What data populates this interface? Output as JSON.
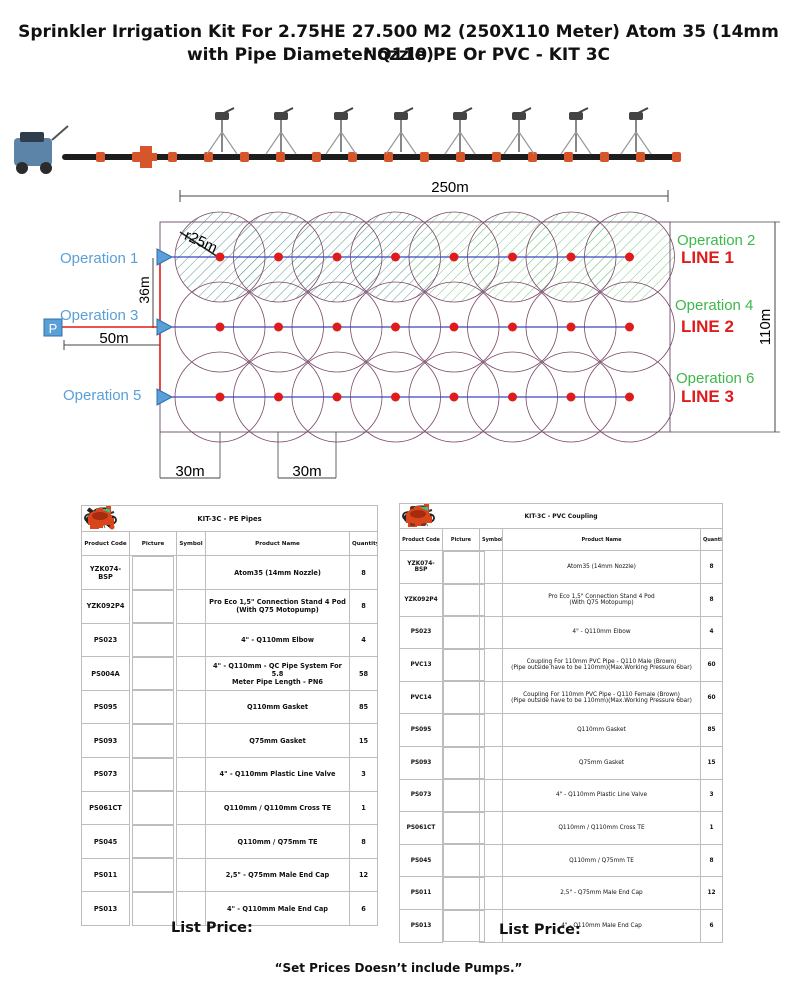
{
  "title_line1": "Sprinkler Irrigation Kit For 2.75HE 27.500 M2 (250X110 Meter) Atom 35 (14mm Nozzle)",
  "title_line2": "with Pipe Diameter Q110 PE Or PVC - KIT 3C",
  "diagram": {
    "width_label": "250m",
    "height_label": "110m",
    "radius_label": "r25m",
    "lateral_label": "36m",
    "main_label": "50m",
    "spacing1_label": "30m",
    "spacing2_label": "30m",
    "pump_label": "P",
    "operations": [
      "Operation 1",
      "Operation 2",
      "Operation 3",
      "Operation 4",
      "Operation 5",
      "Operation 6"
    ],
    "lines": [
      "LINE 1",
      "LINE 2",
      "LINE 3"
    ],
    "sprinklers_per_line": 8,
    "colors": {
      "operation": "#5aa0d8",
      "operation_right": "#3db84a",
      "line": "#e01b1b",
      "dot": "#e01b1b",
      "lateral": "#3b48c4",
      "main": "#e01b1b",
      "circle": "#7a4a6a",
      "hatch_left": "#5a9a95",
      "hatch_right": "#7acb8a"
    }
  },
  "table_pe": {
    "caption": "KIT-3C - PE Pipes",
    "headers": [
      "Product Code",
      "Picture",
      "Symbol",
      "Product Name",
      "Quantity"
    ],
    "rows": [
      {
        "code": "YZK074-BSP",
        "icon": "sprinkler-gun-icon",
        "name": "Atom35 (14mm Nozzle)",
        "qty": "8"
      },
      {
        "code": "YZK092P4",
        "icon": "tripod-stand-icon",
        "name": "Pro Eco 1,5\" Connection Stand 4 Pod\n(With Q75 Motopump)",
        "qty": "8"
      },
      {
        "code": "PS023",
        "icon": "elbow-icon",
        "name": "4\" - Q110mm Elbow",
        "qty": "4"
      },
      {
        "code": "PS004A",
        "icon": "pipe-icon",
        "name": "4\" - Q110mm - QC Pipe System For 5.8\nMeter Pipe Length - PN6",
        "qty": "58"
      },
      {
        "code": "PS095",
        "icon": "gasket-icon",
        "name": "Q110mm Gasket",
        "qty": "85"
      },
      {
        "code": "PS093",
        "icon": "gasket-icon",
        "name": "Q75mm Gasket",
        "qty": "15"
      },
      {
        "code": "PS073",
        "icon": "line-valve-icon",
        "name": "4\" - Q110mm Plastic Line Valve",
        "qty": "3"
      },
      {
        "code": "PS061CT",
        "icon": "cross-tee-icon",
        "name": "Q110mm / Q110mm Cross TE",
        "qty": "1"
      },
      {
        "code": "PS045",
        "icon": "tee-icon",
        "name": "Q110mm / Q75mm TE",
        "qty": "8"
      },
      {
        "code": "PS011",
        "icon": "end-cap-icon",
        "name": "2,5\" - Q75mm Male End Cap",
        "qty": "12"
      },
      {
        "code": "PS013",
        "icon": "end-cap-icon",
        "name": "4\" - Q110mm Male End Cap",
        "qty": "6"
      }
    ]
  },
  "table_pvc": {
    "caption": "KIT-3C - PVC Coupling",
    "headers": [
      "Product Code",
      "Picture",
      "Symbol",
      "Product Name",
      "Quantity"
    ],
    "rows": [
      {
        "code": "YZK074-BSP",
        "icon": "sprinkler-gun-icon",
        "name": "Atom35 (14mm Nozzle)",
        "qty": "8"
      },
      {
        "code": "YZK092P4",
        "icon": "tripod-stand-icon",
        "name": "Pro Eco 1,5\" Connection Stand 4 Pod\n(With Q75 Motopump)",
        "qty": "8"
      },
      {
        "code": "PS023",
        "icon": "elbow-icon",
        "name": "4\" - Q110mm Elbow",
        "qty": "4"
      },
      {
        "code": "PVC13",
        "icon": "male-coupling-icon",
        "name": "Coupling For 110mm PVC Pipe - Q110 Male (Brown)\n(Pipe outside have to be 110mm)(Max.Working Pressure 6bar)",
        "qty": "60"
      },
      {
        "code": "PVC14",
        "icon": "female-coupling-icon",
        "name": "Coupling For 110mm PVC Pipe - Q110 Female (Brown)\n(Pipe outside have to be 110mm)(Max.Working Pressure 6bar)",
        "qty": "60"
      },
      {
        "code": "PS095",
        "icon": "gasket-icon",
        "name": "Q110mm Gasket",
        "qty": "85"
      },
      {
        "code": "PS093",
        "icon": "gasket-icon",
        "name": "Q75mm Gasket",
        "qty": "15"
      },
      {
        "code": "PS073",
        "icon": "line-valve-icon",
        "name": "4\" - Q110mm Plastic Line Valve",
        "qty": "3"
      },
      {
        "code": "PS061CT",
        "icon": "cross-tee-icon",
        "name": "Q110mm / Q110mm Cross TE",
        "qty": "1"
      },
      {
        "code": "PS045",
        "icon": "tee-icon",
        "name": "Q110mm / Q75mm TE",
        "qty": "8"
      },
      {
        "code": "PS011",
        "icon": "end-cap-icon",
        "name": "2,5\" - Q75mm Male End Cap",
        "qty": "12"
      },
      {
        "code": "PS013",
        "icon": "end-cap-icon",
        "name": "4\" - Q110mm Male End Cap",
        "qty": "6"
      }
    ]
  },
  "list_price_label": "List Price:",
  "footer": "“Set Prices Doesn’t include Pumps.”"
}
